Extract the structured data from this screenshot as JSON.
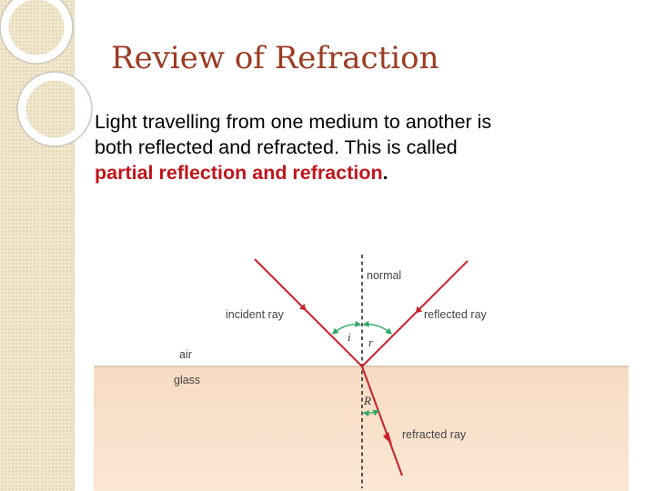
{
  "slide": {
    "title": "Review of Refraction",
    "body_lines": [
      "Light travelling from one medium to another is",
      "both reflected and refracted.  This is called"
    ],
    "emphasis": "partial reflection and refraction",
    "emphasis_suffix": "."
  },
  "diagram": {
    "labels": {
      "normal": "normal",
      "incident": "incident ray",
      "reflected": "reflected ray",
      "refracted": "refracted ray",
      "air": "air",
      "glass": "glass"
    },
    "symbols": {
      "incidence": "i",
      "reflection": "r",
      "refraction": "R"
    },
    "colors": {
      "ray": "#c8202a",
      "arc": "#2fa866",
      "glass_top": "#f7dcc2",
      "glass_bottom": "#fbe7d5",
      "boundary": "#c9b49c",
      "normal_line": "#222222"
    }
  },
  "theme": {
    "accent_title": "#9a3b22",
    "emphasis": "#c0161c",
    "strip": "#f1e7cf"
  }
}
